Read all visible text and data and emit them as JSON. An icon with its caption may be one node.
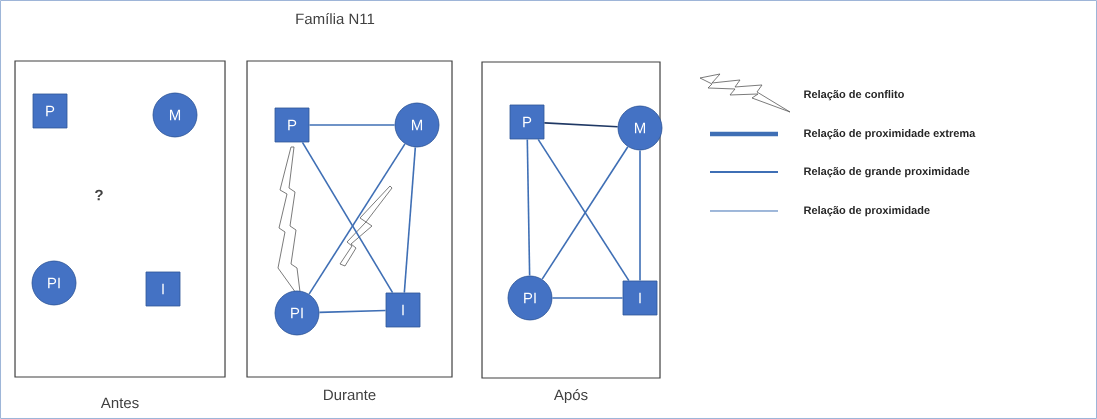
{
  "diagram": {
    "title": "Família N11",
    "nodes": [
      {
        "text": [
          "Antes"
        ]
      },
      {
        "text": [
          "P"
        ],
        "in": 0
      },
      {
        "text": [
          "M"
        ],
        "in": 0
      },
      {
        "text": [
          "PI"
        ],
        "in": 0
      },
      {
        "text": [
          "I"
        ],
        "in": 0
      },
      {
        "text": [
          "Durante"
        ]
      },
      {
        "text": [
          "P"
        ],
        "in": 5
      },
      {
        "text": [
          "M"
        ],
        "in": 5
      },
      {
        "text": [
          "PI"
        ],
        "in": 5
      },
      {
        "text": [
          "I"
        ],
        "in": 5
      },
      {
        "text": [
          "Após"
        ]
      },
      {
        "text": [
          "P"
        ],
        "in": 10
      },
      {
        "text": [
          "M"
        ],
        "in": 10
      },
      {
        "text": [
          "PI"
        ],
        "in": 10
      },
      {
        "text": [
          "I"
        ],
        "in": 10
      }
    ],
    "edges": [
      {
        "from": 6,
        "to": 7,
        "arrow": "none"
      },
      {
        "from": 6,
        "to": 9,
        "arrow": "none"
      },
      {
        "from": 7,
        "to": 8,
        "arrow": "none"
      },
      {
        "from": 7,
        "to": 9,
        "arrow": "none"
      },
      {
        "from": 8,
        "to": 9,
        "arrow": "none"
      },
      {
        "from": 11,
        "to": 12,
        "arrow": "none",
        "color": "#1f3864"
      },
      {
        "from": 11,
        "to": 13,
        "arrow": "none"
      },
      {
        "from": 11,
        "to": 14,
        "arrow": "none"
      },
      {
        "from": 12,
        "to": 13,
        "arrow": "none"
      },
      {
        "from": 12,
        "to": 14,
        "arrow": "none"
      },
      {
        "from": 13,
        "to": 14,
        "arrow": "none"
      }
    ],
    "labels": [
      "?"
    ],
    "legend": [
      {
        "text": "Relação de conflito"
      },
      {
        "text": "Relação de proximidade  extrema"
      },
      {
        "text": "Relação de  grande proximidade"
      },
      {
        "text": "Relação de proximidade"
      }
    ]
  }
}
